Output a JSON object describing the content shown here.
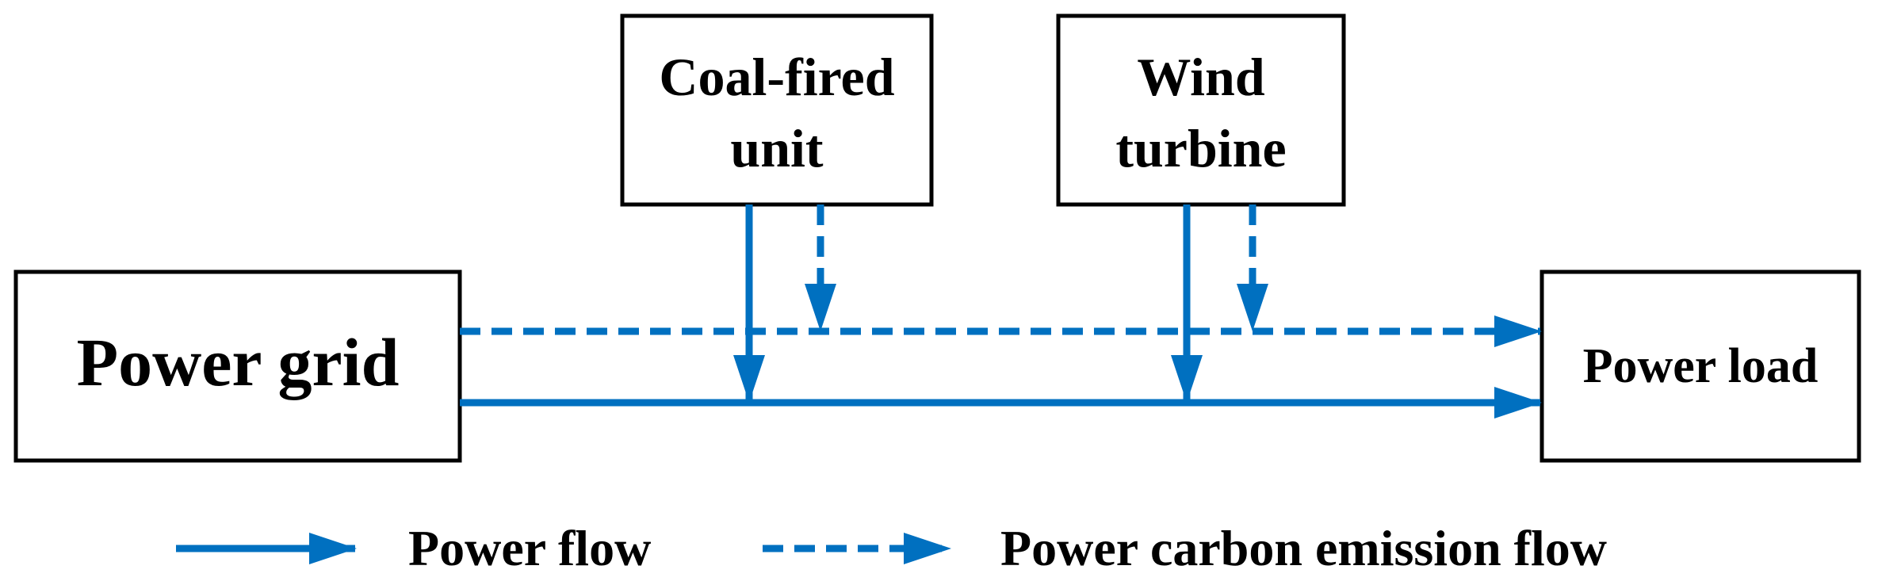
{
  "nodes": {
    "power_grid": {
      "label": "Power grid"
    },
    "coal_unit": {
      "line1": "Coal-fired",
      "line2": "unit"
    },
    "wind_turbine": {
      "line1": "Wind",
      "line2": "turbine"
    },
    "power_load": {
      "label": "Power load"
    }
  },
  "legend": {
    "power_flow": "Power flow",
    "carbon_flow": "Power carbon emission flow"
  },
  "colors": {
    "flow": "#0070c0",
    "box_border": "#000000",
    "text": "#000000"
  }
}
